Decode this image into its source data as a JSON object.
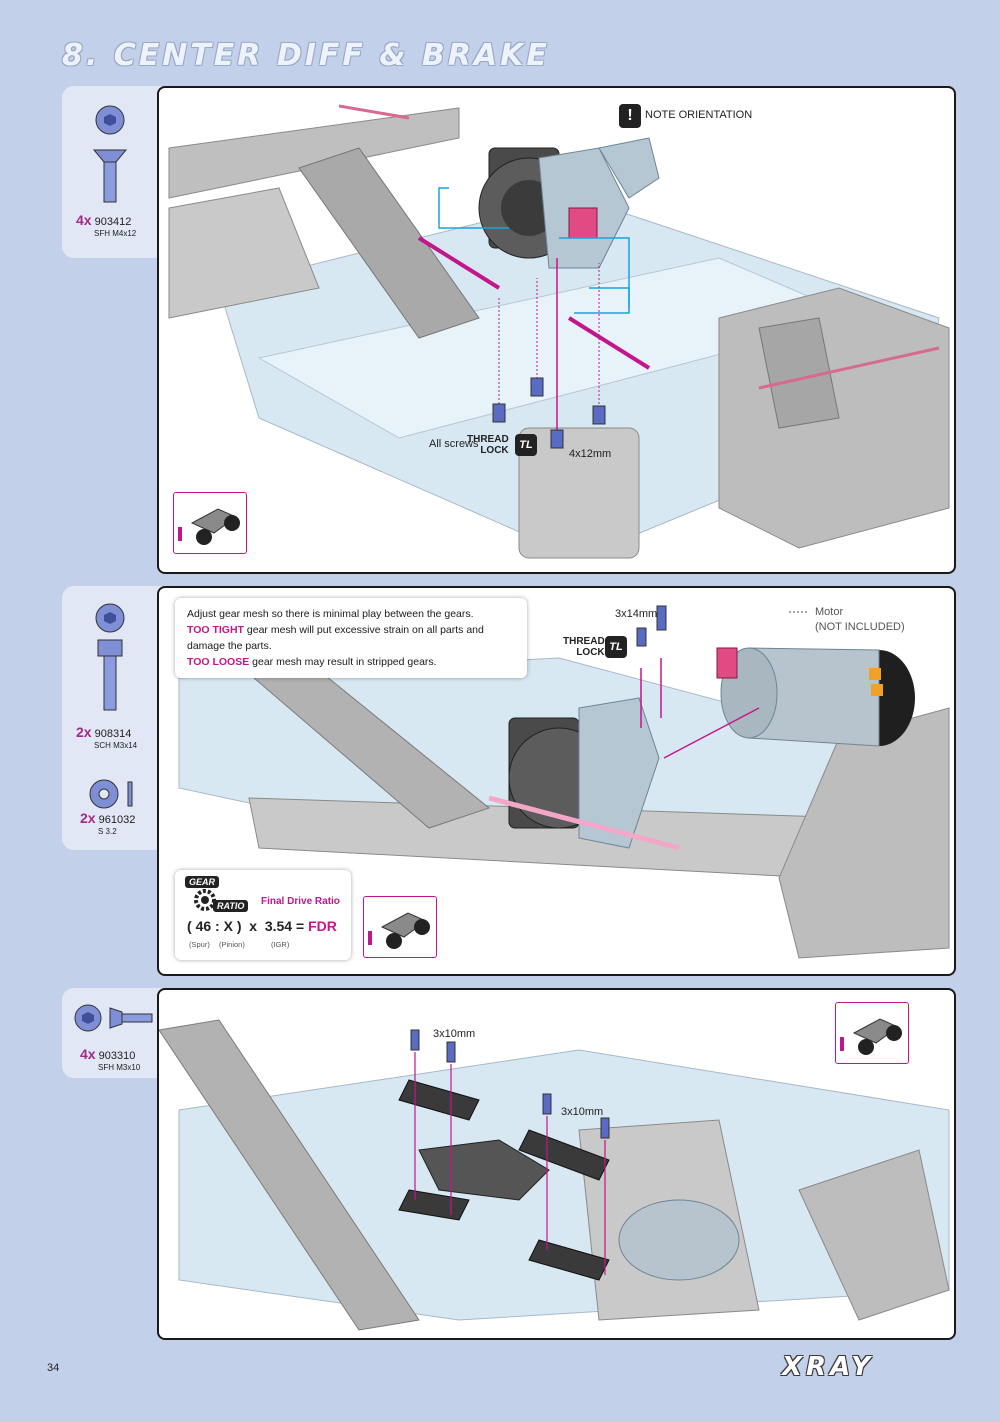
{
  "page": {
    "title": "8. CENTER DIFF & BRAKE",
    "number": "34",
    "brand": "XRAY"
  },
  "step1": {
    "part_qty": "4x",
    "part_no": "903412",
    "part_desc": "SFH M4x12",
    "note": "NOTE ORIENTATION",
    "all_screws": "All screws",
    "thread_lock": [
      "THREAD",
      "LOCK"
    ],
    "tl_icon": "TL",
    "screw_size": "4x12mm"
  },
  "step2": {
    "parts": [
      {
        "qty": "2x",
        "no": "908314",
        "desc": "SCH M3x14"
      },
      {
        "qty": "2x",
        "no": "961032",
        "desc": "S 3.2"
      }
    ],
    "callout_line1": "Adjust gear mesh so there is minimal play between the gears.",
    "too_tight": "TOO TIGHT",
    "too_tight_text": " gear mesh will put excessive strain on all parts and damage the parts.",
    "too_loose": "TOO LOOSE",
    "too_loose_text": " gear mesh may result in stripped gears.",
    "screw_size": "3x14mm",
    "thread_lock": [
      "THREAD",
      "LOCK"
    ],
    "tl_icon": "TL",
    "motor_label": "Motor",
    "motor_note": "(NOT INCLUDED)",
    "gear_tag": "GEAR",
    "ratio_tag": "RATIO",
    "fdr_title": "Final Drive Ratio",
    "spur": "46",
    "pinion": "X",
    "igr": "3.54",
    "fdr": "FDR",
    "sub_spur": "(Spur)",
    "sub_pinion": "(Pinion)",
    "sub_igr": "(IGR)"
  },
  "step3": {
    "part_qty": "4x",
    "part_no": "903310",
    "part_desc": "SFH M3x10",
    "screw_size_a": "3x10mm",
    "screw_size_b": "3x10mm"
  },
  "colors": {
    "background": "#c3d0ea",
    "accent": "#c4168c",
    "arrow_cyan": "#1aa3d9",
    "chassis": "#cfe3f0",
    "part_dark": "#4a4a4a",
    "motor": "#b7c4cd"
  }
}
